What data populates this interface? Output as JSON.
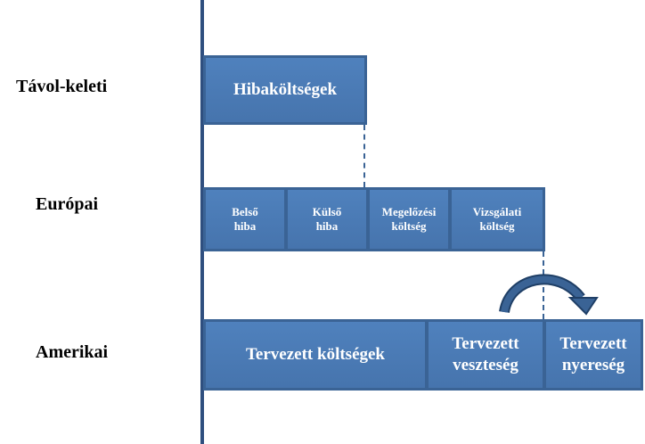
{
  "rows": {
    "far_east": {
      "label": "Távol-keleti",
      "boxes": [
        "Hibaköltségek"
      ]
    },
    "european": {
      "label": "Európai",
      "boxes": [
        "Belső\nhiba",
        "Külső\nhiba",
        "Megelőzési\nköltség",
        "Vizsgálati\nköltség"
      ]
    },
    "american": {
      "label": "Amerikai",
      "boxes": [
        "Tervezett költségek",
        "Tervezett\nveszteség",
        "Tervezett\nnyereség"
      ]
    }
  },
  "colors": {
    "box_fill": "#4f81bd",
    "box_border": "#3a6395",
    "axis": "#2f4f7f",
    "arrow": "#3a6395"
  },
  "icons": {
    "curved_arrow": "curved-arrow-icon"
  }
}
